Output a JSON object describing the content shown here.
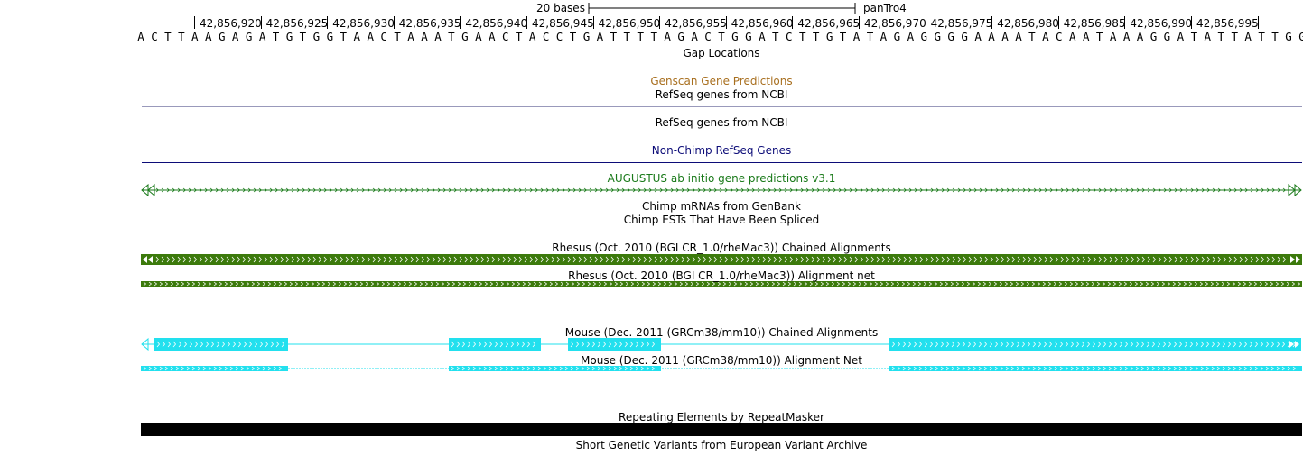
{
  "ruler": {
    "scale_label": "20 bases",
    "assembly": "panTro4",
    "positions": [
      "42,856,920",
      "42,856,925",
      "42,856,930",
      "42,856,935",
      "42,856,940",
      "42,856,945",
      "42,856,950",
      "42,856,955",
      "42,856,960",
      "42,856,965",
      "42,856,970",
      "42,856,975",
      "42,856,980",
      "42,856,985",
      "42,856,990",
      "42,856,995"
    ]
  },
  "sequence": "ACTTAAGAGATGTGGTAACTAAATGAACTACCTGATTTTAGACTGGATCTTGTATAGAGGGGAAAATACAATAAAGGATATTATTGG",
  "tracks": {
    "gap": "Gap Locations",
    "genscan": "Genscan Gene Predictions",
    "refseq1": "RefSeq genes from NCBI",
    "refseq2": "RefSeq genes from NCBI",
    "xeno_refseq": "Non-Chimp RefSeq Genes",
    "augustus": "AUGUSTUS ab initio gene predictions v3.1",
    "mrna": "Chimp mRNAs from GenBank",
    "est": "Chimp ESTs That Have Been Spliced",
    "rhesus_chain": "Rhesus (Oct. 2010 (BGI CR_1.0/rheMac3)) Chained Alignments",
    "rhesus_net": "Rhesus (Oct. 2010 (BGI CR_1.0/rheMac3)) Alignment net",
    "mouse_chain": "Mouse (Dec. 2011 (GRCm38/mm10)) Chained Alignments",
    "mouse_net": "Mouse (Dec. 2011 (GRCm38/mm10)) Alignment Net",
    "repeatmasker": "Repeating Elements by RepeatMasker",
    "eva": "Short Genetic Variants from European Variant Archive"
  },
  "colors": {
    "genscan": "#a86f1f",
    "refseq_line": "#9999bb",
    "xeno": "#0c0c78",
    "augustus": "#1a7a1a",
    "rhesus": "#3c7a0c",
    "mouse": "#22e0ee",
    "repeat": "#000000"
  }
}
